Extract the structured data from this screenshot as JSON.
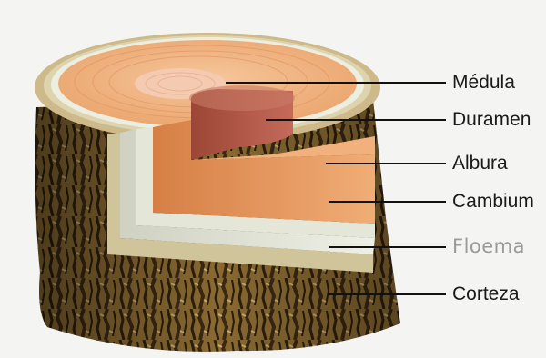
{
  "labels": {
    "medula": "Médula",
    "duramen": "Duramen",
    "albura": "Albura",
    "cambium": "Cambium",
    "floema": "Floema",
    "corteza": "Corteza"
  },
  "colors": {
    "bark_dark": "#3a2a14",
    "bark_light": "#b89a55",
    "albura": "#e89a5e",
    "duramen": "#b85a4a",
    "medula": "#f2c8a8",
    "cambium": "#e6e8dc",
    "floema": "#d8cfa8",
    "leader_line": "#111111"
  }
}
